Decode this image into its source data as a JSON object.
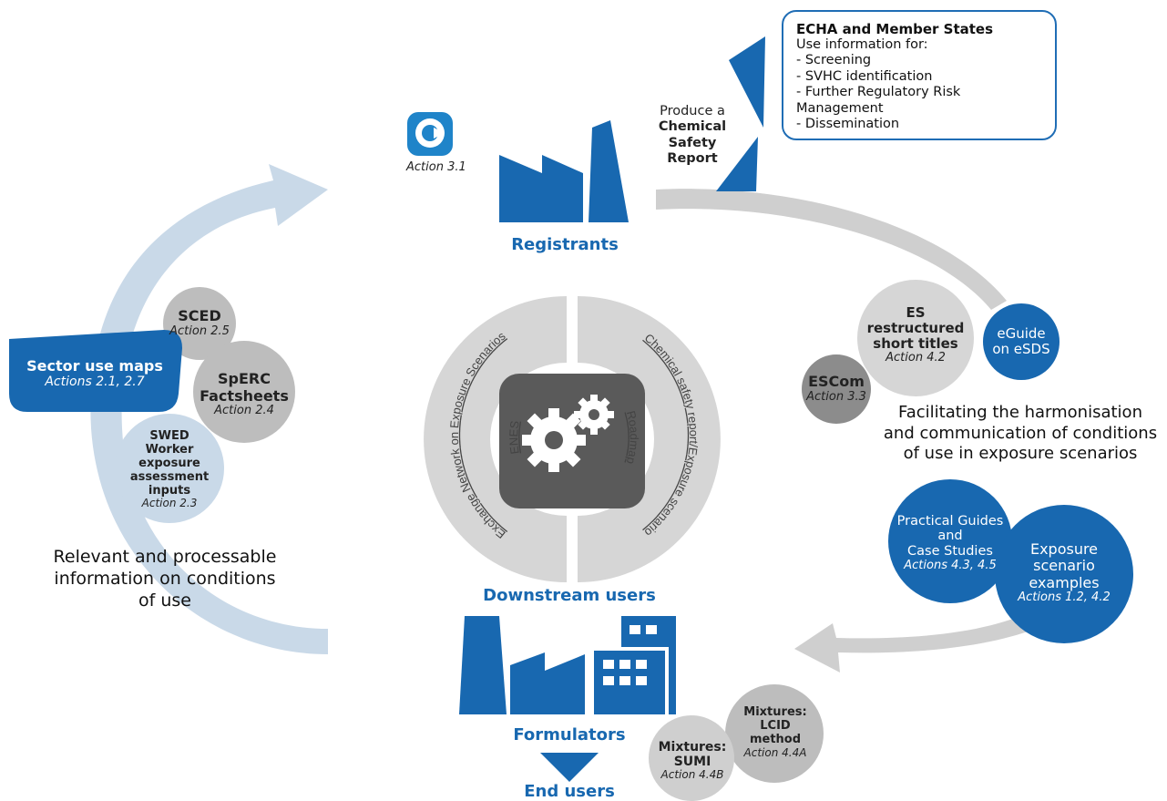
{
  "action_3_1": {
    "icon": "c-arrow-icon",
    "label": "Action 3.1"
  },
  "registrants": {
    "label": "Registrants"
  },
  "produce": {
    "line1": "Produce a",
    "line2": "Chemical Safety",
    "line3": "Report"
  },
  "echa": {
    "title": "ECHA and Member States",
    "intro": "Use information for:",
    "items": [
      "- Screening",
      "- SVHC identification",
      "- Further Regulatory Risk Management",
      "- Dissemination"
    ]
  },
  "left_cluster": {
    "sector": {
      "title": "Sector use maps",
      "sub": "Actions 2.1, 2.7"
    },
    "sced": {
      "title": "SCED",
      "sub": "Action 2.5"
    },
    "sperc": {
      "title1": "SpERC",
      "title2": "Factsheets",
      "sub": "Action 2.4"
    },
    "swed": {
      "line1": "SWED",
      "line2": "Worker exposure",
      "line3": "assessment",
      "line4": "inputs",
      "sub": "Action 2.3"
    }
  },
  "left_caption": {
    "line1": "Relevant and processable",
    "line2": "information on conditions",
    "line3": "of use"
  },
  "center": {
    "left_arc_outer": "Exchange Network on Exposure Scenarios",
    "left_arc_inner": "ENES",
    "right_arc_outer": "Chemical safety report/Exposure scenario",
    "right_arc_inner": "Roadmap",
    "icon": "gears-icon"
  },
  "right_cluster": {
    "es": {
      "line1": "ES restructured",
      "line2": "short titles",
      "sub": "Action 4.2"
    },
    "eguide": {
      "line1": "eGuide",
      "line2": "on eSDS"
    },
    "escom": {
      "title": "ESCom",
      "sub": "Action 3.3"
    }
  },
  "right_caption": {
    "line1": "Facilitating the harmonisation",
    "line2": "and communication of conditions",
    "line3": "of use in exposure scenarios"
  },
  "practical": {
    "line1": "Practical Guides",
    "line2": "and",
    "line3": "Case Studies",
    "sub": "Actions 4.3, 4.5"
  },
  "examples": {
    "line1": "Exposure",
    "line2": "scenario",
    "line3": "examples",
    "sub": "Actions 1.2, 4.2"
  },
  "downstream": {
    "label": "Downstream users"
  },
  "formulators": {
    "label": "Formulators"
  },
  "end_users": {
    "label": "End users"
  },
  "mix_lcid": {
    "line1": "Mixtures:",
    "line2": "LCID method",
    "sub": "Action 4.4A"
  },
  "mix_sumi": {
    "line1": "Mixtures:",
    "line2": "SUMI",
    "sub": "Action 4.4B"
  },
  "colors": {
    "blue": "#1868b0",
    "light_blue": "#c9d9e8",
    "grey": "#bdbdbd",
    "light_grey": "#d9d9d9",
    "dark_grey": "#8c8c8c"
  }
}
